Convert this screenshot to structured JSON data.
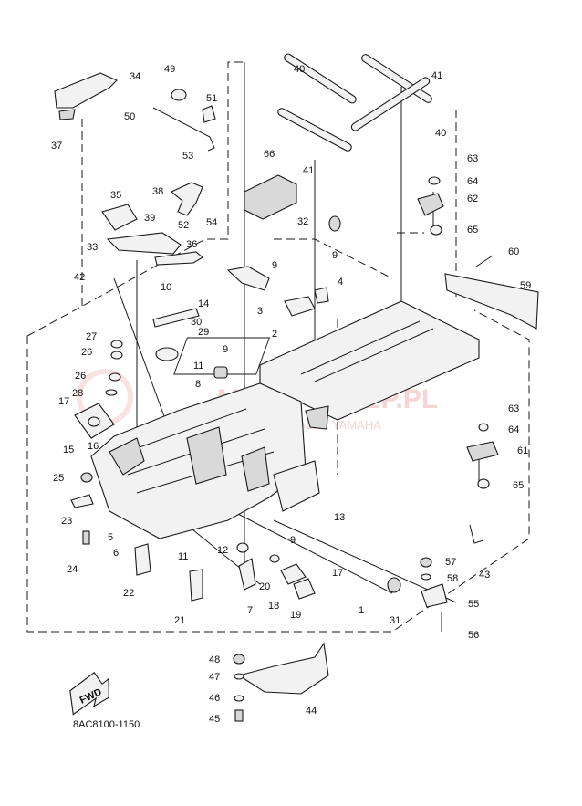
{
  "diagram": {
    "code": "8AC8100-1150",
    "fwd_label": "FWD",
    "watermark": {
      "primary": "MOTO-SKLEP.PL",
      "secondary": "CIECHOW... DEALER YAMAHA"
    },
    "callouts": [
      {
        "id": "c34",
        "text": "34"
      },
      {
        "id": "c37",
        "text": "37"
      },
      {
        "id": "c49",
        "text": "49"
      },
      {
        "id": "c51",
        "text": "51"
      },
      {
        "id": "c50",
        "text": "50"
      },
      {
        "id": "c40a",
        "text": "40"
      },
      {
        "id": "c41a",
        "text": "41"
      },
      {
        "id": "c40b",
        "text": "40"
      },
      {
        "id": "c41b",
        "text": "41"
      },
      {
        "id": "c66",
        "text": "66"
      },
      {
        "id": "c53",
        "text": "53"
      },
      {
        "id": "c35",
        "text": "35"
      },
      {
        "id": "c38",
        "text": "38"
      },
      {
        "id": "c39",
        "text": "39"
      },
      {
        "id": "c52",
        "text": "52"
      },
      {
        "id": "c54",
        "text": "54"
      },
      {
        "id": "c33",
        "text": "33"
      },
      {
        "id": "c36",
        "text": "36"
      },
      {
        "id": "c32",
        "text": "32"
      },
      {
        "id": "c63a",
        "text": "63"
      },
      {
        "id": "c64a",
        "text": "64"
      },
      {
        "id": "c62",
        "text": "62"
      },
      {
        "id": "c65a",
        "text": "65"
      },
      {
        "id": "c9a",
        "text": "9"
      },
      {
        "id": "c9b",
        "text": "9"
      },
      {
        "id": "c42",
        "text": "42"
      },
      {
        "id": "c60",
        "text": "60"
      },
      {
        "id": "c59",
        "text": "59"
      },
      {
        "id": "c10",
        "text": "10"
      },
      {
        "id": "c4",
        "text": "4"
      },
      {
        "id": "c3",
        "text": "3"
      },
      {
        "id": "c14",
        "text": "14"
      },
      {
        "id": "c2",
        "text": "2"
      },
      {
        "id": "c30",
        "text": "30"
      },
      {
        "id": "c27",
        "text": "27"
      },
      {
        "id": "c29",
        "text": "29"
      },
      {
        "id": "c26a",
        "text": "26"
      },
      {
        "id": "c9c",
        "text": "9"
      },
      {
        "id": "c11a",
        "text": "11"
      },
      {
        "id": "c26b",
        "text": "26"
      },
      {
        "id": "c8",
        "text": "8"
      },
      {
        "id": "c28",
        "text": "28"
      },
      {
        "id": "c17a",
        "text": "17"
      },
      {
        "id": "c63b",
        "text": "63"
      },
      {
        "id": "c64b",
        "text": "64"
      },
      {
        "id": "c16",
        "text": "16"
      },
      {
        "id": "c15",
        "text": "15"
      },
      {
        "id": "c61",
        "text": "61"
      },
      {
        "id": "c25",
        "text": "25"
      },
      {
        "id": "c65b",
        "text": "65"
      },
      {
        "id": "c23",
        "text": "23"
      },
      {
        "id": "c13",
        "text": "13"
      },
      {
        "id": "c5",
        "text": "5"
      },
      {
        "id": "c9d",
        "text": "9"
      },
      {
        "id": "c12",
        "text": "12"
      },
      {
        "id": "c6",
        "text": "6"
      },
      {
        "id": "c11b",
        "text": "11"
      },
      {
        "id": "c24",
        "text": "24"
      },
      {
        "id": "c43",
        "text": "43"
      },
      {
        "id": "c57",
        "text": "57"
      },
      {
        "id": "c20",
        "text": "20"
      },
      {
        "id": "c17b",
        "text": "17"
      },
      {
        "id": "c58",
        "text": "58"
      },
      {
        "id": "c22",
        "text": "22"
      },
      {
        "id": "c7",
        "text": "7"
      },
      {
        "id": "c18",
        "text": "18"
      },
      {
        "id": "c55",
        "text": "55"
      },
      {
        "id": "c19",
        "text": "19"
      },
      {
        "id": "c1",
        "text": "1"
      },
      {
        "id": "c21",
        "text": "21"
      },
      {
        "id": "c31",
        "text": "31"
      },
      {
        "id": "c56",
        "text": "56"
      },
      {
        "id": "c48",
        "text": "48"
      },
      {
        "id": "c47",
        "text": "47"
      },
      {
        "id": "c44",
        "text": "44"
      },
      {
        "id": "c46",
        "text": "46"
      },
      {
        "id": "c45",
        "text": "45"
      }
    ]
  }
}
